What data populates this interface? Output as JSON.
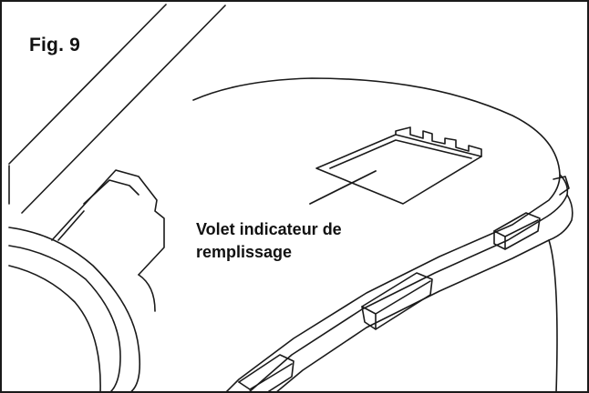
{
  "figure": {
    "label": "Fig. 9"
  },
  "callout": {
    "line1": "Volet indicateur de",
    "line2": "remplissage"
  },
  "colors": {
    "ink": "#1a1a1a",
    "background": "#ffffff"
  }
}
